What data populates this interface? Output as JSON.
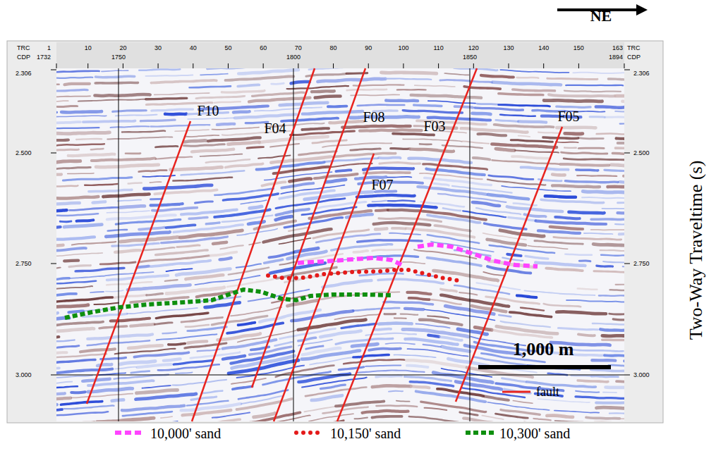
{
  "diagram": {
    "labels": [
      "NE",
      "TRC",
      "1",
      "CDP",
      "1732",
      "10",
      "20",
      "30",
      "40",
      "50",
      "60",
      "70",
      "80",
      "90",
      "100",
      "110",
      "120",
      "130",
      "140",
      "150",
      "163",
      "TRC",
      "1750",
      "1800",
      "1850",
      "1894",
      "CDP",
      "2.306",
      "2.306",
      "2.500",
      "2.500",
      "2.750",
      "2.750",
      "3.000",
      "3.000",
      "F10",
      "F04",
      "F08",
      "F07",
      "F03",
      "F05",
      "1,000 m",
      "Two-Way Traveltime (s)"
    ],
    "legend": [
      {
        "text": "fault"
      },
      {
        "text": "10,000' sand"
      },
      {
        "text": "10,150' sand"
      },
      {
        "text": "10,300' sand"
      }
    ]
  }
}
